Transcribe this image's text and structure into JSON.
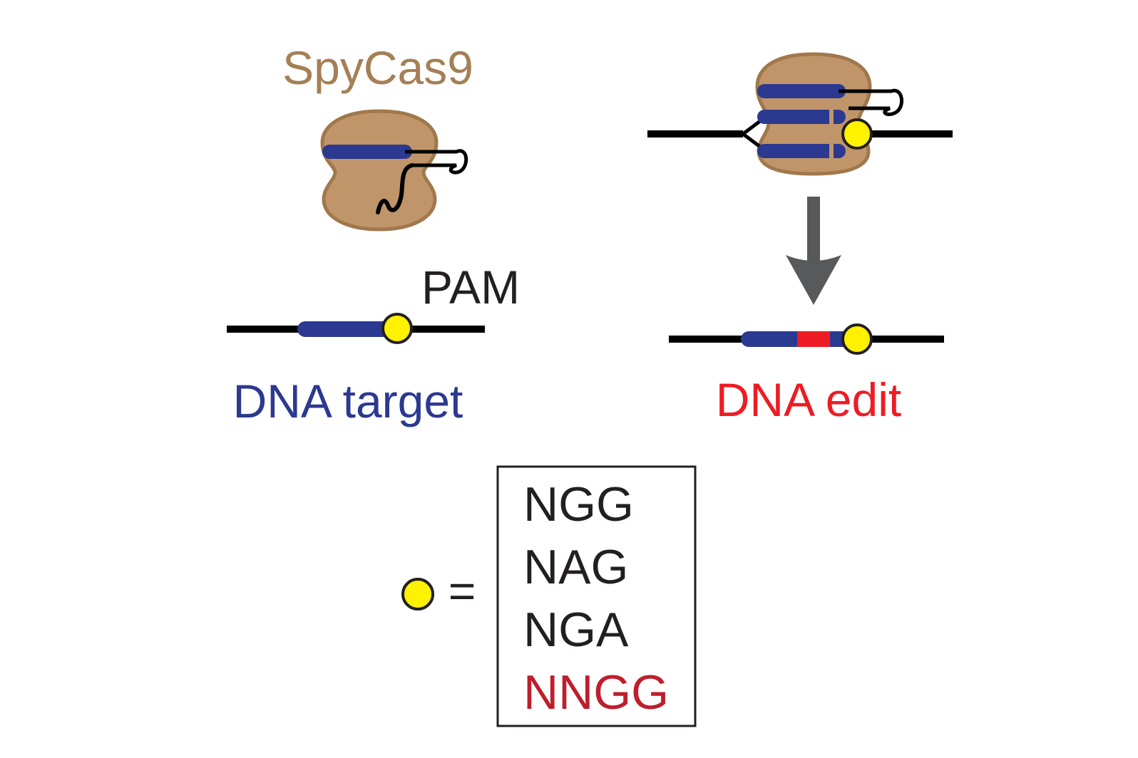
{
  "labels": {
    "protein": "SpyCas9",
    "pam": "PAM",
    "dna_target": "DNA target",
    "dna_edit": "DNA edit",
    "equals": "="
  },
  "pam_list": {
    "items": [
      {
        "text": "NGG",
        "color": "#231f20"
      },
      {
        "text": "NAG",
        "color": "#231f20"
      },
      {
        "text": "NGA",
        "color": "#231f20"
      },
      {
        "text": "NNGG",
        "color": "#be1e2d"
      }
    ]
  },
  "colors": {
    "protein_fill": "#c0956a",
    "protein_stroke": "#a0784c",
    "protein_label": "#a57f55",
    "guide_blue": "#2b3990",
    "pam_yellow": "#fff200",
    "edit_red": "#ed1c24",
    "dna_black": "#000000",
    "arrow_gray": "#58595b",
    "target_label": "#2b3990",
    "edit_label": "#ed1c24",
    "text_black": "#231f20"
  }
}
